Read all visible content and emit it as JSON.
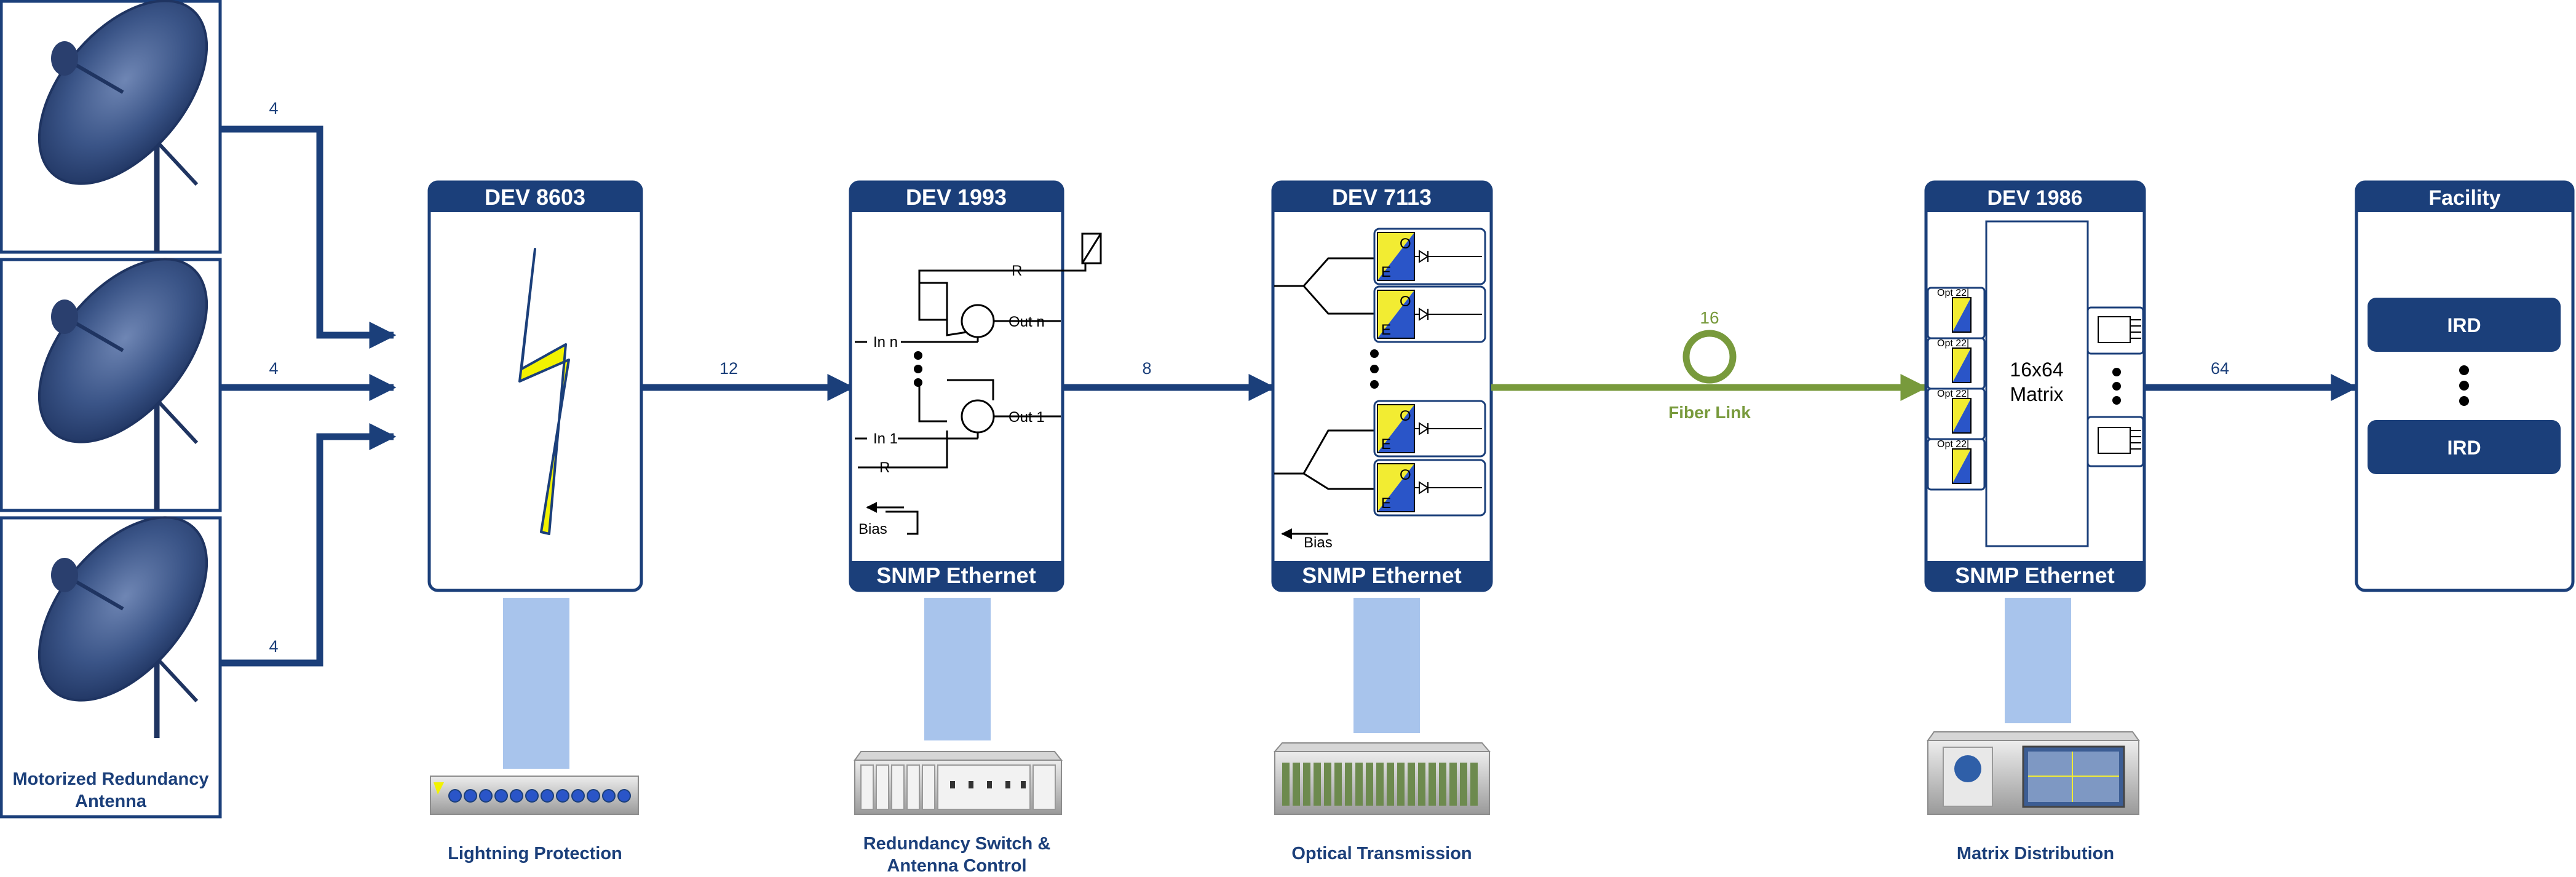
{
  "colors": {
    "navy": "#1B3F7A",
    "box_border": "#1B3F7A",
    "fiber_green": "#789A3C",
    "pale_blue": "#A8C4EC",
    "bolt_yellow": "#F2F200",
    "eo_yellow": "#F2EC32",
    "eo_blue": "#2A55C8",
    "caption_blue": "#1B3F7A"
  },
  "antenna": {
    "caption_line1": "Motorized Redundancy",
    "caption_line2": "Antenna"
  },
  "links": {
    "antenna_1": "4",
    "antenna_2": "4",
    "antenna_3": "4",
    "protection_to_switch": "12",
    "switch_to_optical": "8",
    "fiber_count": "16",
    "fiber_label": "Fiber Link",
    "matrix_to_facility": "64"
  },
  "devices": {
    "dev8603": {
      "title": "DEV 8603",
      "caption": "Lightning Protection"
    },
    "dev1993": {
      "title": "DEV 1993",
      "footer": "SNMP Ethernet",
      "caption_line1": "Redundancy Switch &",
      "caption_line2": "Antenna Control",
      "labels": {
        "r_top": "R",
        "out_n": "Out n",
        "in_n": "In n",
        "in_1": "In 1",
        "out_1": "Out 1",
        "r_bottom": "R",
        "bias": "Bias"
      }
    },
    "dev7113": {
      "title": "DEV 7113",
      "footer": "SNMP Ethernet",
      "caption": "Optical Transmission",
      "eo_letters": {
        "o": "O",
        "e": "E"
      },
      "bias": "Bias"
    },
    "dev1986": {
      "title": "DEV 1986",
      "footer": "SNMP Ethernet",
      "caption": "Matrix Distribution",
      "matrix_line1": "16x64",
      "matrix_line2": "Matrix",
      "module_label": "Opt 22|"
    },
    "facility": {
      "title": "Facility",
      "ird_top": "IRD",
      "ird_bottom": "IRD"
    }
  }
}
